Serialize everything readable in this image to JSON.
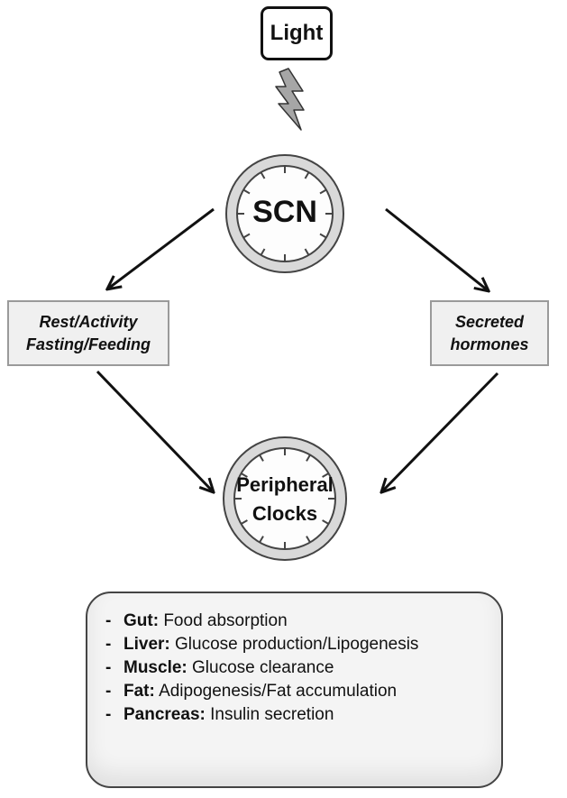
{
  "light": {
    "label": "Light"
  },
  "scn": {
    "label": "SCN"
  },
  "peripheral": {
    "line1": "Peripheral",
    "line2": "Clocks"
  },
  "left_box": {
    "line1": "Rest/Activity",
    "line2": "Fasting/Feeding"
  },
  "right_box": {
    "line1": "Secreted",
    "line2": "hormones"
  },
  "roles": [
    {
      "organ": "Gut:",
      "text": "Food absorption"
    },
    {
      "organ": "Liver:",
      "text": "Glucose production/Lipogenesis"
    },
    {
      "organ": "Muscle:",
      "text": "Glucose clearance"
    },
    {
      "organ": "Fat:",
      "text": "Adipogenesis/Fat accumulation"
    },
    {
      "organ": "Pancreas:",
      "text": "Insulin secretion"
    }
  ],
  "colors": {
    "stroke": "#111111",
    "clock_ring": "#dcdcdc",
    "box_fill": "#f0f0f0",
    "bolt_fill": "#a6a6a6"
  }
}
